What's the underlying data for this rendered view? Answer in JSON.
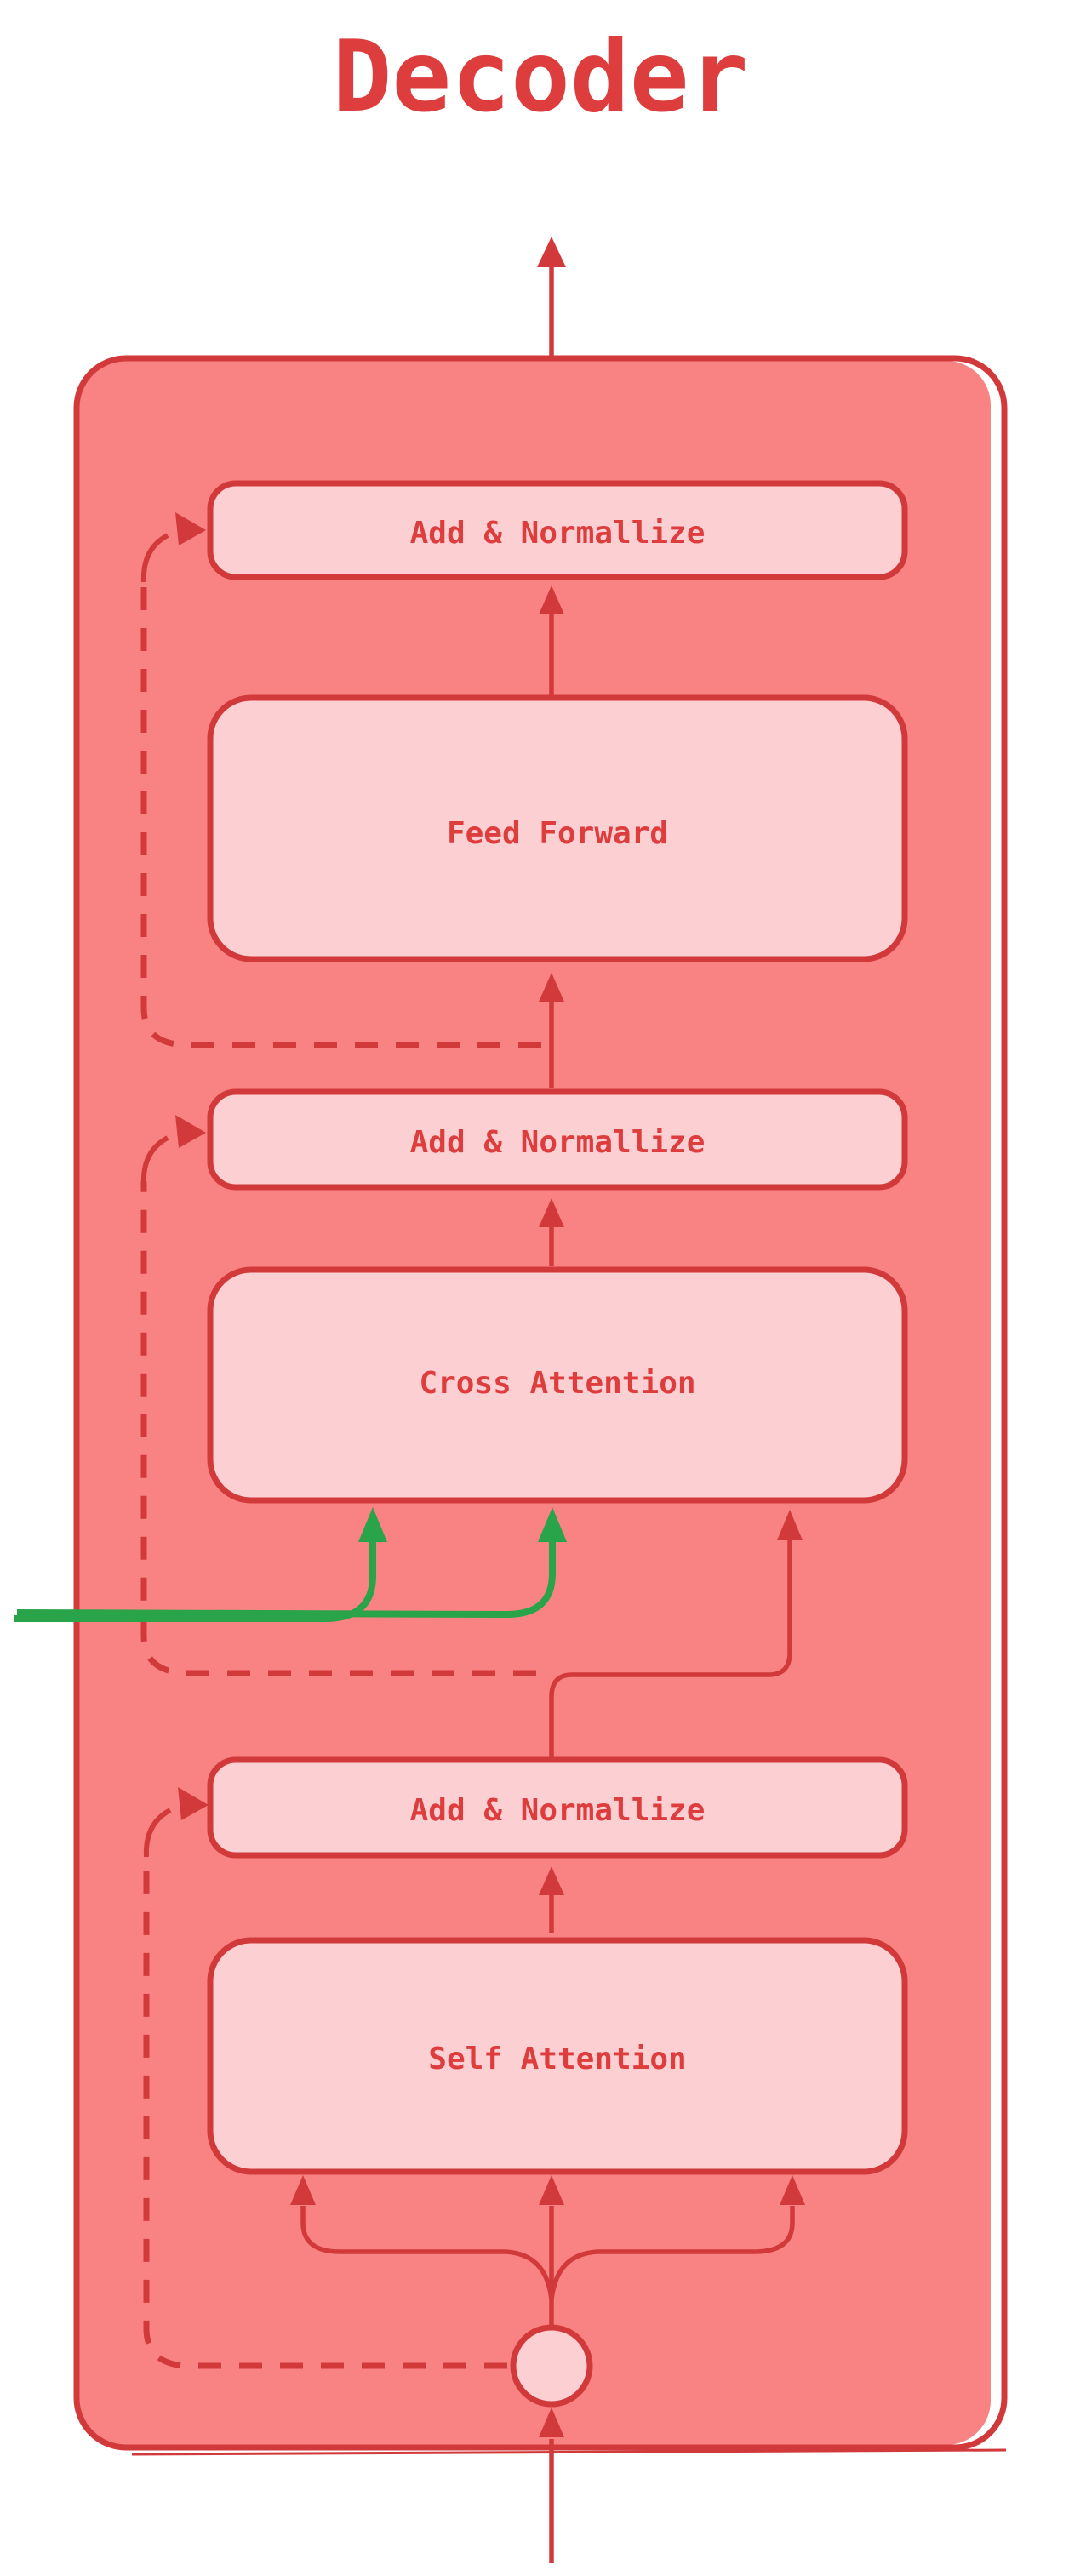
{
  "title": "Decoder",
  "colors": {
    "stroke": "#d2393b",
    "text": "#de3d3e",
    "container_fill": "#f98383",
    "box_fill": "#fcd0d3",
    "green": "#2aa44a",
    "background": "#ffffff"
  },
  "nodes": {
    "add_norm_top": {
      "label": "Add & Normallize"
    },
    "feed_forward": {
      "label": "Feed Forward"
    },
    "add_norm_middle": {
      "label": "Add & Normallize"
    },
    "cross_attention": {
      "label": "Cross Attention"
    },
    "add_norm_bottom": {
      "label": "Add & Normallize"
    },
    "self_attention": {
      "label": "Self Attention"
    }
  }
}
